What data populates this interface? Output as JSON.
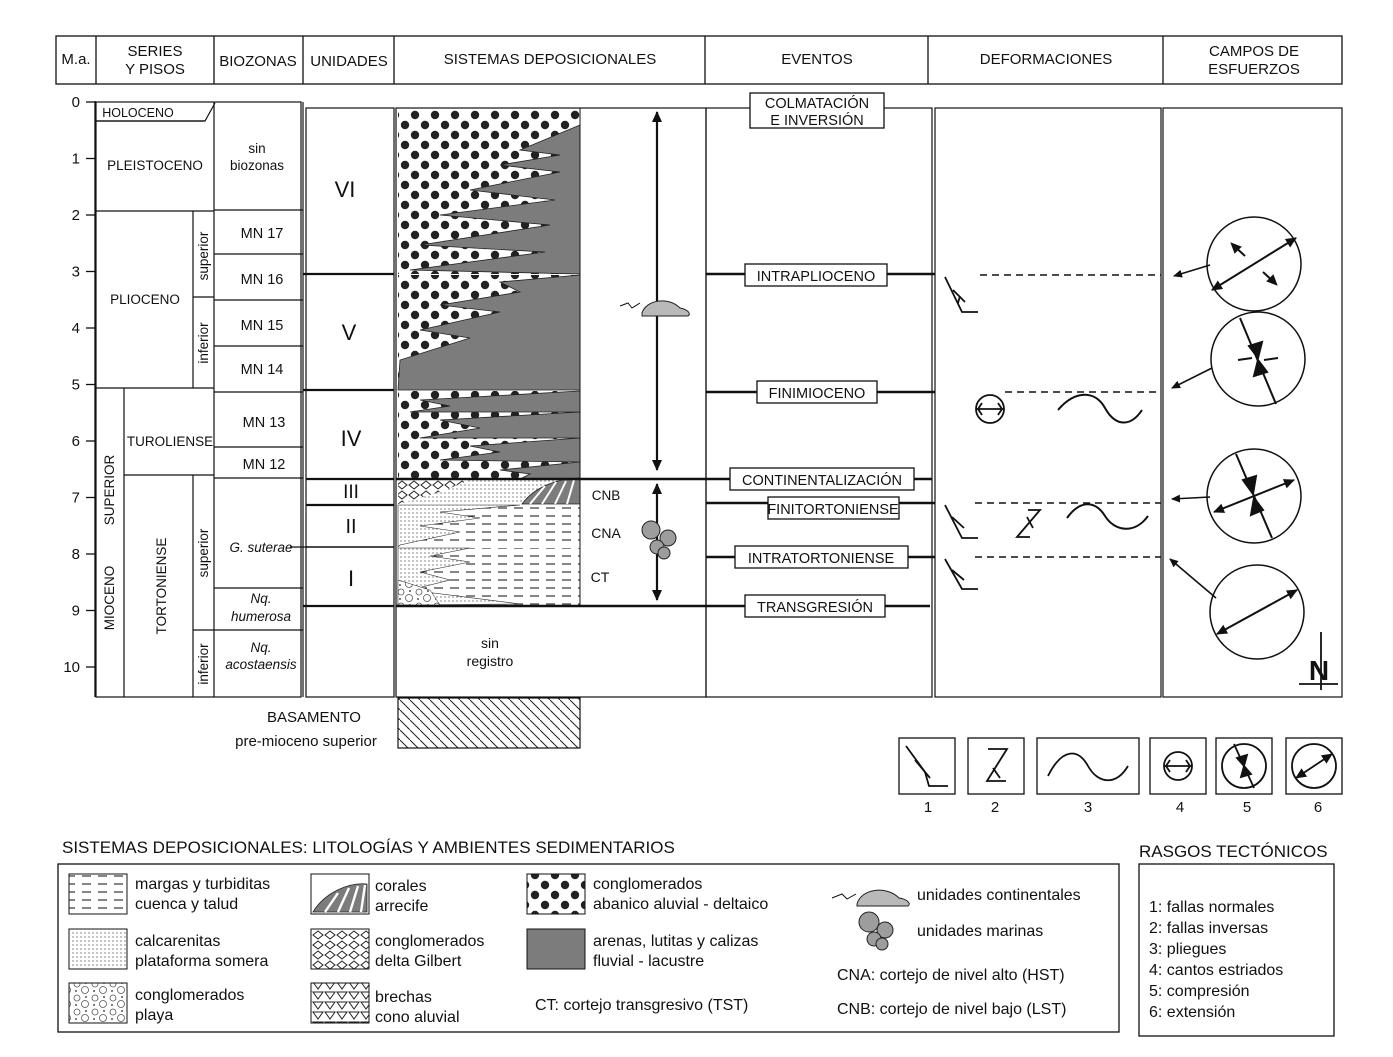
{
  "headers": {
    "ma": "M.a.",
    "series_l1": "SERIES",
    "series_l2": "Y PISOS",
    "biozonas": "BIOZONAS",
    "unidades": "UNIDADES",
    "sistemas": "SISTEMAS DEPOSICIONALES",
    "eventos": "EVENTOS",
    "deformaciones": "DEFORMACIONES",
    "campos_l1": "CAMPOS DE",
    "campos_l2": "ESFUERZOS"
  },
  "ma_ticks": [
    "0",
    "1",
    "2",
    "3",
    "4",
    "5",
    "6",
    "7",
    "8",
    "9",
    "10"
  ],
  "series": {
    "holoceno": "HOLOCENO",
    "pleistoceno": "PLEISTOCENO",
    "plioceno": "PLIOCENO",
    "superior": "superior",
    "inferior": "inferior",
    "mioceno": "MIOCENO",
    "mio_superior": "SUPERIOR",
    "turoliense": "TUROLIENSE",
    "tortoniense": "TORTONIENSE"
  },
  "biozonas": {
    "sin_l1": "sin",
    "sin_l2": "biozonas",
    "mn17": "MN 17",
    "mn16": "MN 16",
    "mn15": "MN 15",
    "mn14": "MN 14",
    "mn13": "MN 13",
    "mn12": "MN 12",
    "suterae": "G. suterae",
    "humerosa_l1": "Nq.",
    "humerosa_l2": "humerosa",
    "acostaensis_l1": "Nq.",
    "acostaensis_l2": "acostaensis"
  },
  "unidades": [
    "VI",
    "V",
    "IV",
    "III",
    "II",
    "I"
  ],
  "sistemas": {
    "cnb": "CNB",
    "cna": "CNA",
    "ct": "CT",
    "sin_l1": "sin",
    "sin_l2": "registro",
    "basamento_l1": "BASAMENTO",
    "basamento_l2": "pre-mioceno superior"
  },
  "eventos": {
    "colmatacion_l1": "COLMATACIÓN",
    "colmatacion_l2": "E INVERSIÓN",
    "intraplioceno": "INTRAPLIOCENO",
    "finimioceno": "FINIMIOCENO",
    "continentalizacion": "CONTINENTALIZACIÓN",
    "finitortoniense": "FINITORTONIENSE",
    "intratortoniense": "INTRATORTONIENSE",
    "transgresion": "TRANSGRESIÓN"
  },
  "key_numbers": [
    "1",
    "2",
    "3",
    "4",
    "5",
    "6"
  ],
  "north": "N",
  "legend": {
    "title": "SISTEMAS DEPOSICIONALES: LITOLOGÍAS Y AMBIENTES SEDIMENTARIOS",
    "margas_l1": "margas y turbiditas",
    "margas_l2": "cuenca y talud",
    "calcarenitas_l1": "calcarenitas",
    "calcarenitas_l2": "plataforma somera",
    "playa_l1": "conglomerados",
    "playa_l2": "playa",
    "corales_l1": "corales",
    "corales_l2": "arrecife",
    "gilbert_l1": "conglomerados",
    "gilbert_l2": "delta Gilbert",
    "brechas_l1": "brechas",
    "brechas_l2": "cono aluvial",
    "abanico_l1": "conglomerados",
    "abanico_l2": "abanico aluvial - deltaico",
    "arenas_l1": "arenas, lutitas y calizas",
    "arenas_l2": "fluvial - lacustre",
    "ct": "CT: cortejo transgresivo (TST)",
    "continentales": "unidades continentales",
    "marinas": "unidades marinas",
    "cna": "CNA: cortejo de nivel alto (HST)",
    "cnb": "CNB: cortejo de nivel bajo (LST)"
  },
  "rasgos": {
    "title": "RASGOS TECTÓNICOS",
    "items": [
      "1: fallas normales",
      "2: fallas inversas",
      "3: pliegues",
      "4: cantos estriados",
      "5: compresión",
      "6: extensión"
    ]
  },
  "colors": {
    "ink": "#111111",
    "fill_dark": "#808080",
    "paper": "#ffffff"
  }
}
